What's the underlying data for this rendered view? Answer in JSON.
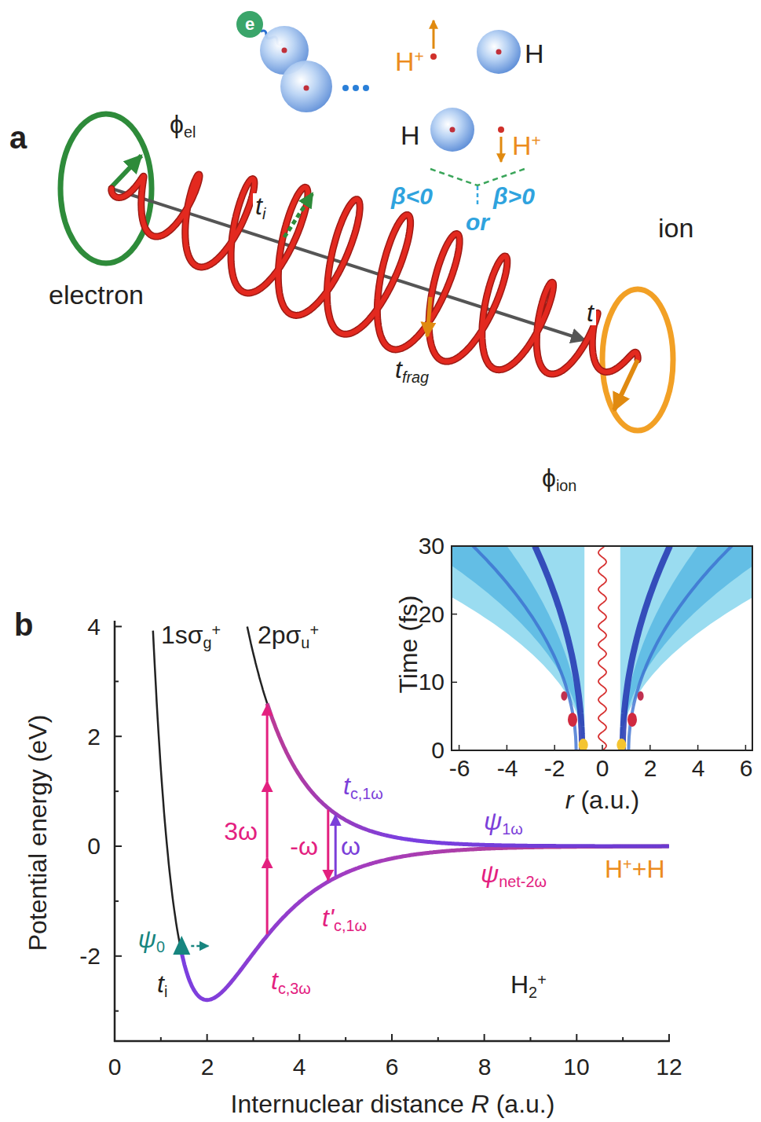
{
  "diagram": {
    "labels": [
      "a",
      "e",
      "ϕ",
      "el",
      "H",
      "+",
      "H",
      "H",
      "H",
      "+",
      "β<0",
      "or",
      "β>0",
      "ion",
      "electron",
      "t",
      "i",
      "t",
      "frag",
      "t",
      "ϕ",
      "ion",
      "b",
      "4",
      "2",
      "0",
      "-2",
      "0",
      "2",
      "4",
      "6",
      "8",
      "10",
      "12",
      "Potential energy (eV)",
      "Internuclear distance",
      "R",
      "(a.u.)",
      "1sσ",
      "g",
      "+",
      "2pσ",
      "u",
      "+",
      "3ω",
      "-ω",
      "ω",
      "t",
      "c,1ω",
      "ψ",
      "1ω",
      "ψ",
      "net-2ω",
      "H",
      "+",
      "+H",
      "t'",
      "c,1ω",
      "t",
      "c,3ω",
      "ψ",
      "0",
      "t",
      "i",
      "H",
      "2",
      "+",
      "30",
      "20",
      "10",
      "0",
      "Time (fs)",
      "-6",
      "-4",
      "-2",
      "0",
      "2",
      "4",
      "6",
      "r",
      "(a.u.)"
    ]
  }
}
